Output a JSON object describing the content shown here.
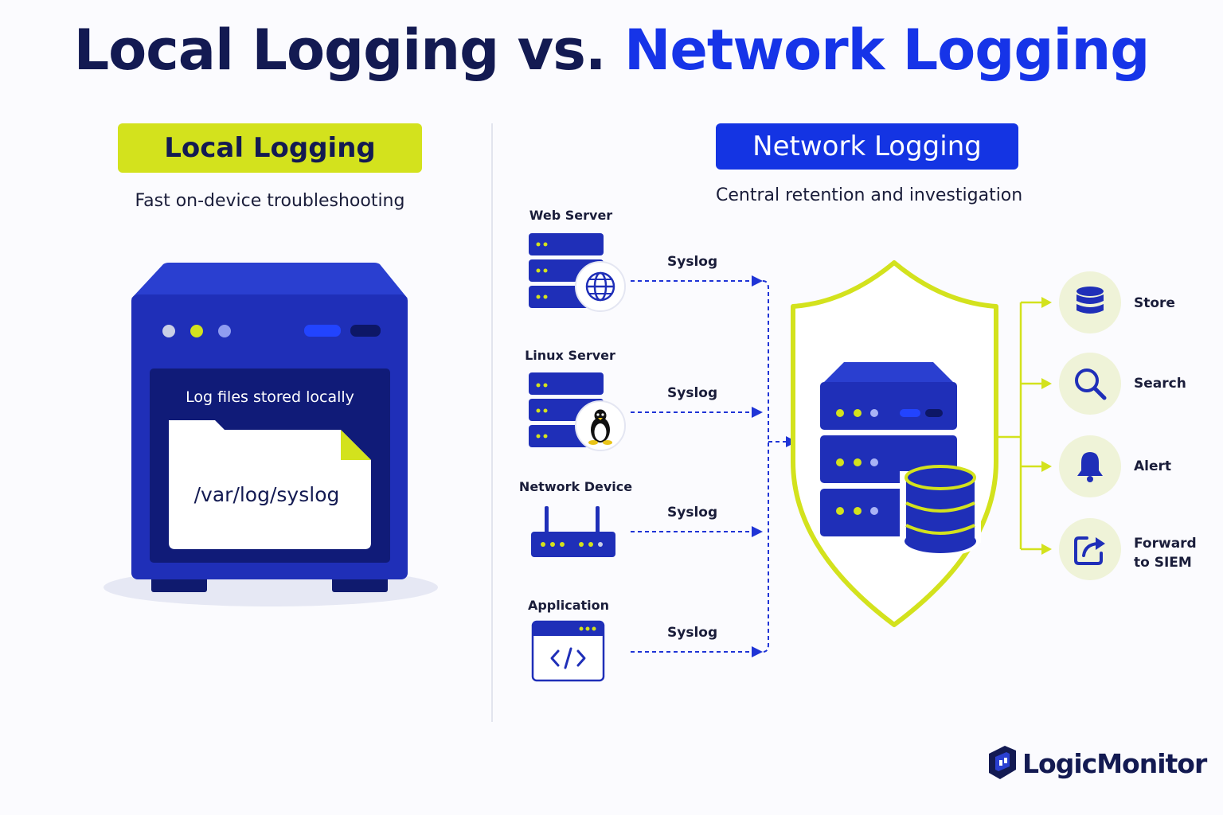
{
  "title": {
    "part1": "Local Logging vs.",
    "part2": "Network Logging"
  },
  "local": {
    "heading": "Local Logging",
    "subtitle": "Fast on-device troubleshooting",
    "screen_caption": "Log files stored locally",
    "file_path": "/var/log/syslog"
  },
  "network": {
    "heading": "Network Logging",
    "subtitle": "Central retention and investigation",
    "sources": [
      {
        "label": "Web Server",
        "icon": "web-server-icon",
        "protocol": "Syslog"
      },
      {
        "label": "Linux Server",
        "icon": "linux-server-icon",
        "protocol": "Syslog"
      },
      {
        "label": "Network Device",
        "icon": "router-icon",
        "protocol": "Syslog"
      },
      {
        "label": "Application",
        "icon": "code-window-icon",
        "protocol": "Syslog"
      }
    ],
    "outputs": [
      {
        "label": "Store",
        "icon": "database-icon"
      },
      {
        "label": "Search",
        "icon": "search-icon"
      },
      {
        "label": "Alert",
        "icon": "bell-icon"
      },
      {
        "label_line1": "Forward",
        "label_line2": "to SIEM",
        "icon": "share-icon"
      }
    ]
  },
  "brand": {
    "name": "LogicMonitor"
  },
  "colors": {
    "navy": "#131a52",
    "blue": "#1634e8",
    "lime": "#d3e21d",
    "device_blue": "#1f2fb8"
  }
}
